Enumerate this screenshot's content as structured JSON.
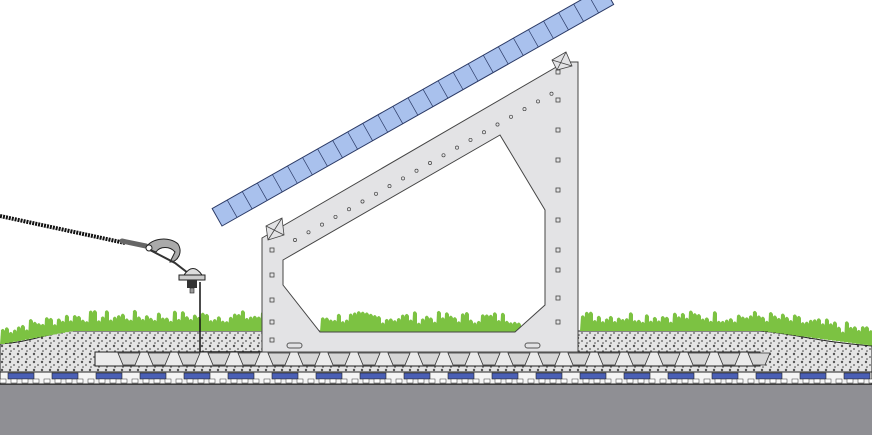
{
  "colors": {
    "background": "#ffffff",
    "slab": "#8f8f94",
    "vegetation": "#7cc242",
    "frame": "#e3e3e5",
    "panel_cell": "#a9c1ed",
    "drainage_cup": "#4a5fb5",
    "gravel": "#d8d8d8",
    "cable": "#1a1a1a"
  },
  "icons": [
    "solar-panel",
    "mounting-frame",
    "tension-cable",
    "hook",
    "roof-anchor",
    "green-roof-vegetation",
    "drainage-layer",
    "concrete-slab"
  ]
}
